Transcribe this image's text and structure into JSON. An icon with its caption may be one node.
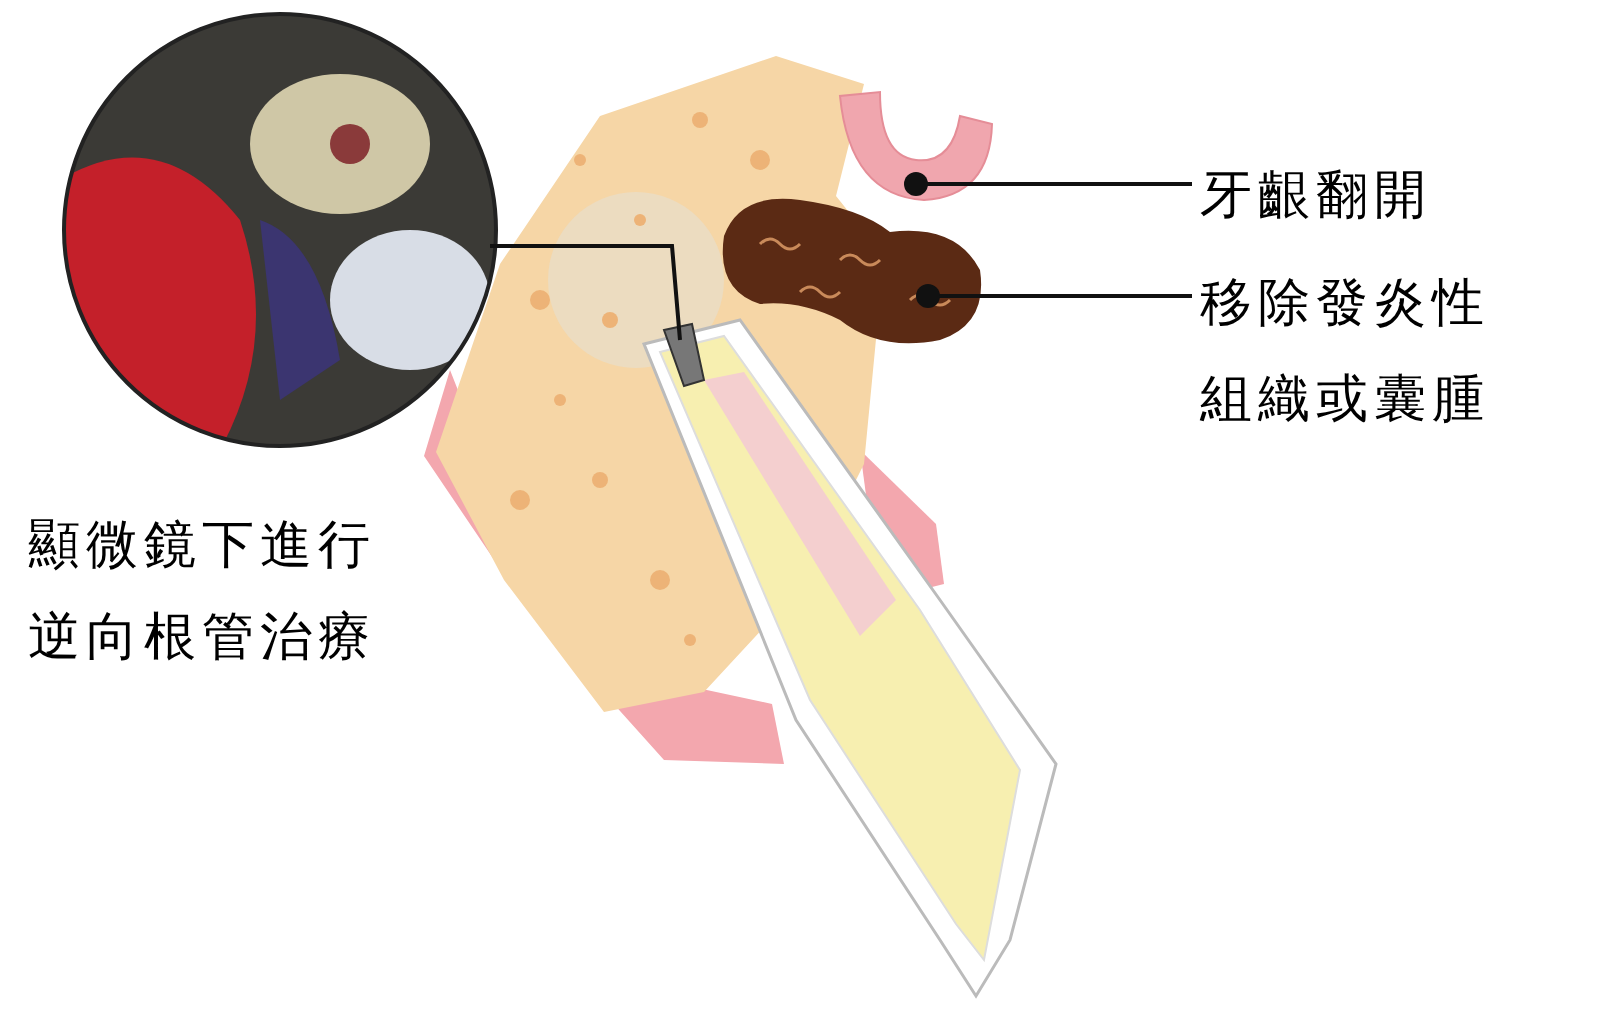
{
  "diagram": {
    "nodes": [
      {
        "text": [
          "牙齦翻開"
        ]
      },
      {
        "text": [
          "移除發炎性組織或囊腫"
        ]
      },
      {
        "text": [],
        "shape": "picture"
      },
      {
        "text": [],
        "shape": "picture"
      },
      {
        "text": [],
        "shape": "picture",
        "beside": [
          "顯微鏡下進行逆向根管治療"
        ]
      },
      {
        "text": [],
        "shape": "picture"
      }
    ],
    "edges": [
      {
        "from": 0,
        "to": 2,
        "arrow": "other"
      },
      {
        "from": 1,
        "to": 3,
        "arrow": "other"
      },
      {
        "from": 4,
        "to": 5,
        "arrow": "none"
      }
    ]
  }
}
